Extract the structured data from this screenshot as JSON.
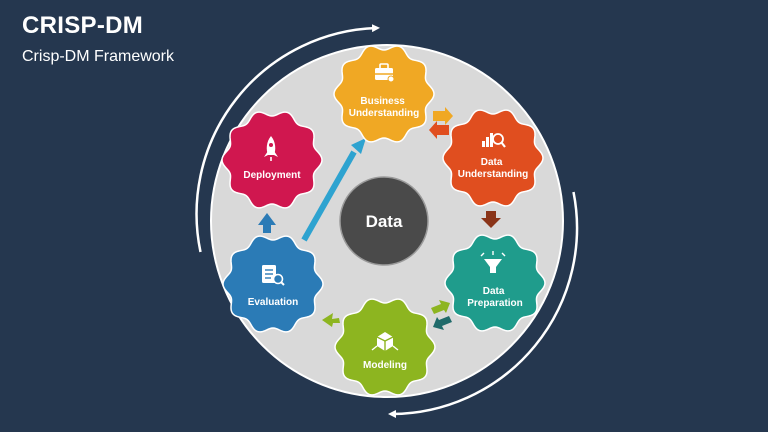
{
  "slide": {
    "title": "CRISP-DM",
    "subtitle": "Crisp-DM Framework"
  },
  "center": {
    "label": "Data",
    "color": "#4a4a4a"
  },
  "stages": [
    {
      "id": "business",
      "lines": [
        "Business",
        "Understanding"
      ],
      "color": "#f0a824",
      "icon": "briefcase-icon"
    },
    {
      "id": "data-understanding",
      "lines": [
        "Data",
        "Understanding"
      ],
      "color": "#e04e1f",
      "icon": "chart-magnifier-icon"
    },
    {
      "id": "data-preparation",
      "lines": [
        "Data",
        "Preparation"
      ],
      "color": "#1f9c8c",
      "icon": "filter-funnel-icon"
    },
    {
      "id": "modeling",
      "lines": [
        "Modeling"
      ],
      "color": "#8db520",
      "icon": "cube-network-icon"
    },
    {
      "id": "evaluation",
      "lines": [
        "Evaluation"
      ],
      "color": "#2b7bb6",
      "icon": "clipboard-check-icon"
    },
    {
      "id": "deployment",
      "lines": [
        "Deployment"
      ],
      "color": "#d0174f",
      "icon": "rocket-icon"
    }
  ],
  "colors": {
    "background": "#25374f",
    "circle_fill": "#d9d9d9",
    "outer_ring": "#ffffff",
    "data_to_business_arrow": "#2ea3d0"
  }
}
